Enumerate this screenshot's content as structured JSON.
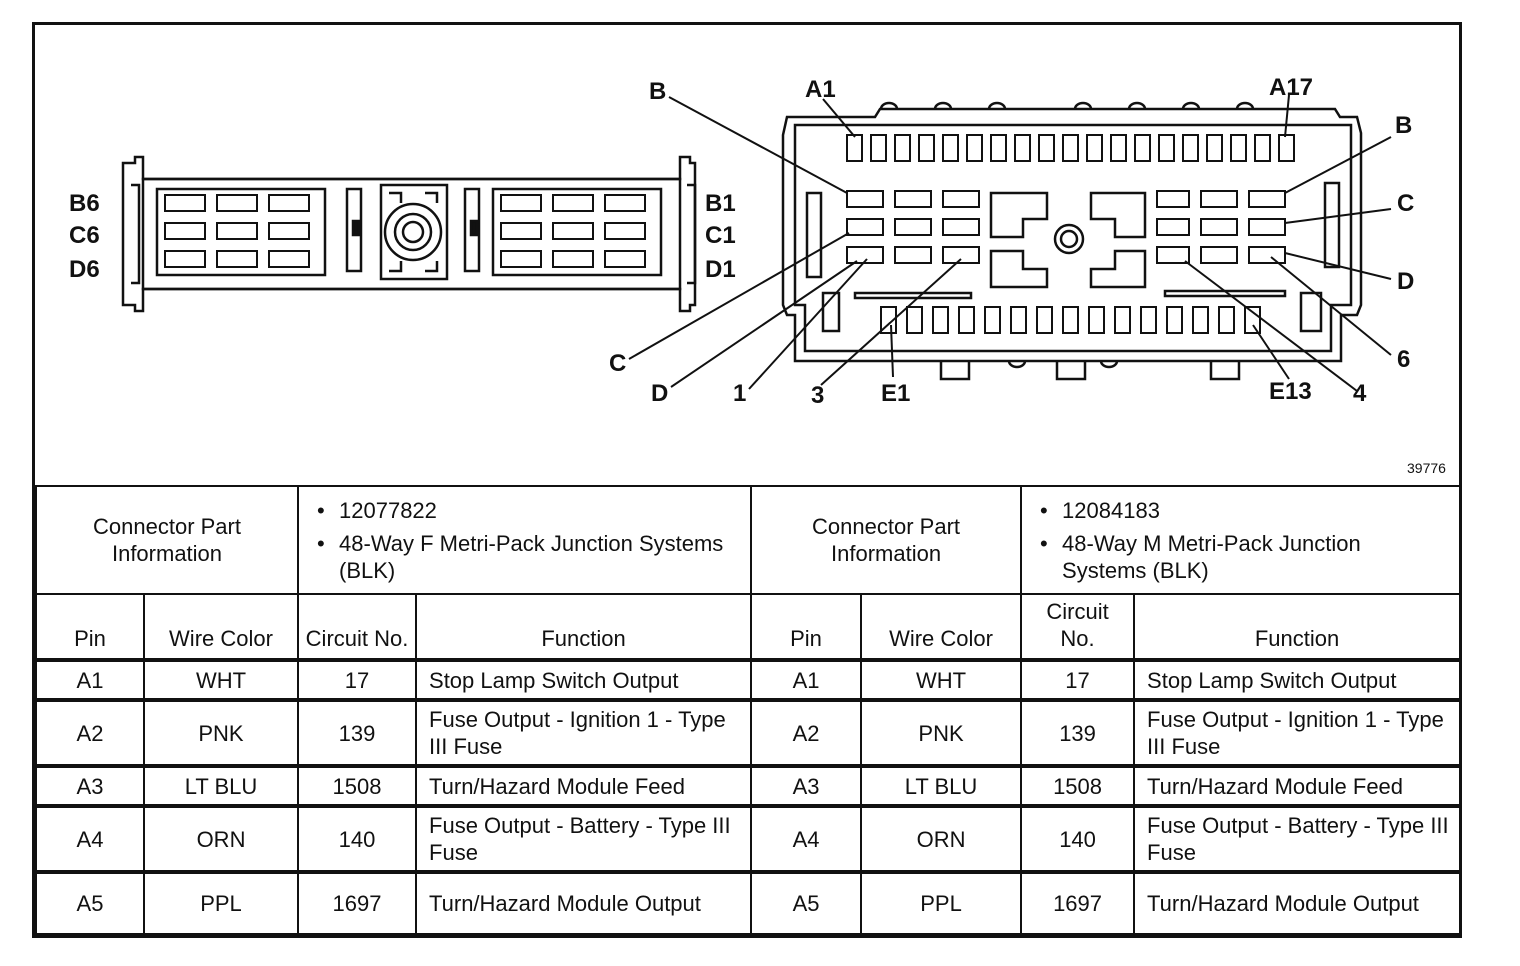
{
  "figure_number": "39776",
  "left_connector": {
    "row_labels": [
      "B6",
      "C6",
      "D6"
    ],
    "right_labels": [
      "B1",
      "C1",
      "D1"
    ]
  },
  "right_connector": {
    "callouts": [
      "B",
      "A1",
      "A17",
      "B",
      "C",
      "D",
      "6",
      "4",
      "E13",
      "E1",
      "3",
      "1",
      "D",
      "C"
    ]
  },
  "table": {
    "headers": {
      "pin": "Pin",
      "wire_color": "Wire Color",
      "circuit_no": "Circuit No.",
      "function": "Function"
    },
    "left": {
      "part_info_label": "Connector Part Information",
      "part_number": "12077822",
      "description": "48-Way F Metri-Pack Junction Systems (BLK)",
      "rows": [
        {
          "pin": "A1",
          "color": "WHT",
          "circuit": "17",
          "function": "Stop Lamp Switch Output"
        },
        {
          "pin": "A2",
          "color": "PNK",
          "circuit": "139",
          "function": "Fuse Output - Ignition 1 - Type III Fuse"
        },
        {
          "pin": "A3",
          "color": "LT BLU",
          "circuit": "1508",
          "function": "Turn/Hazard Module Feed"
        },
        {
          "pin": "A4",
          "color": "ORN",
          "circuit": "140",
          "function": "Fuse Output - Battery - Type III Fuse"
        },
        {
          "pin": "A5",
          "color": "PPL",
          "circuit": "1697",
          "function": "Turn/Hazard Module Output"
        }
      ]
    },
    "right": {
      "part_info_label": "Connector Part Information",
      "part_number": "12084183",
      "description": "48-Way M Metri-Pack Junction Systems (BLK)",
      "rows": [
        {
          "pin": "A1",
          "color": "WHT",
          "circuit": "17",
          "function": "Stop Lamp Switch Output"
        },
        {
          "pin": "A2",
          "color": "PNK",
          "circuit": "139",
          "function": "Fuse Output - Ignition 1 - Type III Fuse"
        },
        {
          "pin": "A3",
          "color": "LT BLU",
          "circuit": "1508",
          "function": "Turn/Hazard Module Feed"
        },
        {
          "pin": "A4",
          "color": "ORN",
          "circuit": "140",
          "function": "Fuse Output - Battery - Type III Fuse"
        },
        {
          "pin": "A5",
          "color": "PPL",
          "circuit": "1697",
          "function": "Turn/Hazard Module Output"
        }
      ]
    }
  }
}
